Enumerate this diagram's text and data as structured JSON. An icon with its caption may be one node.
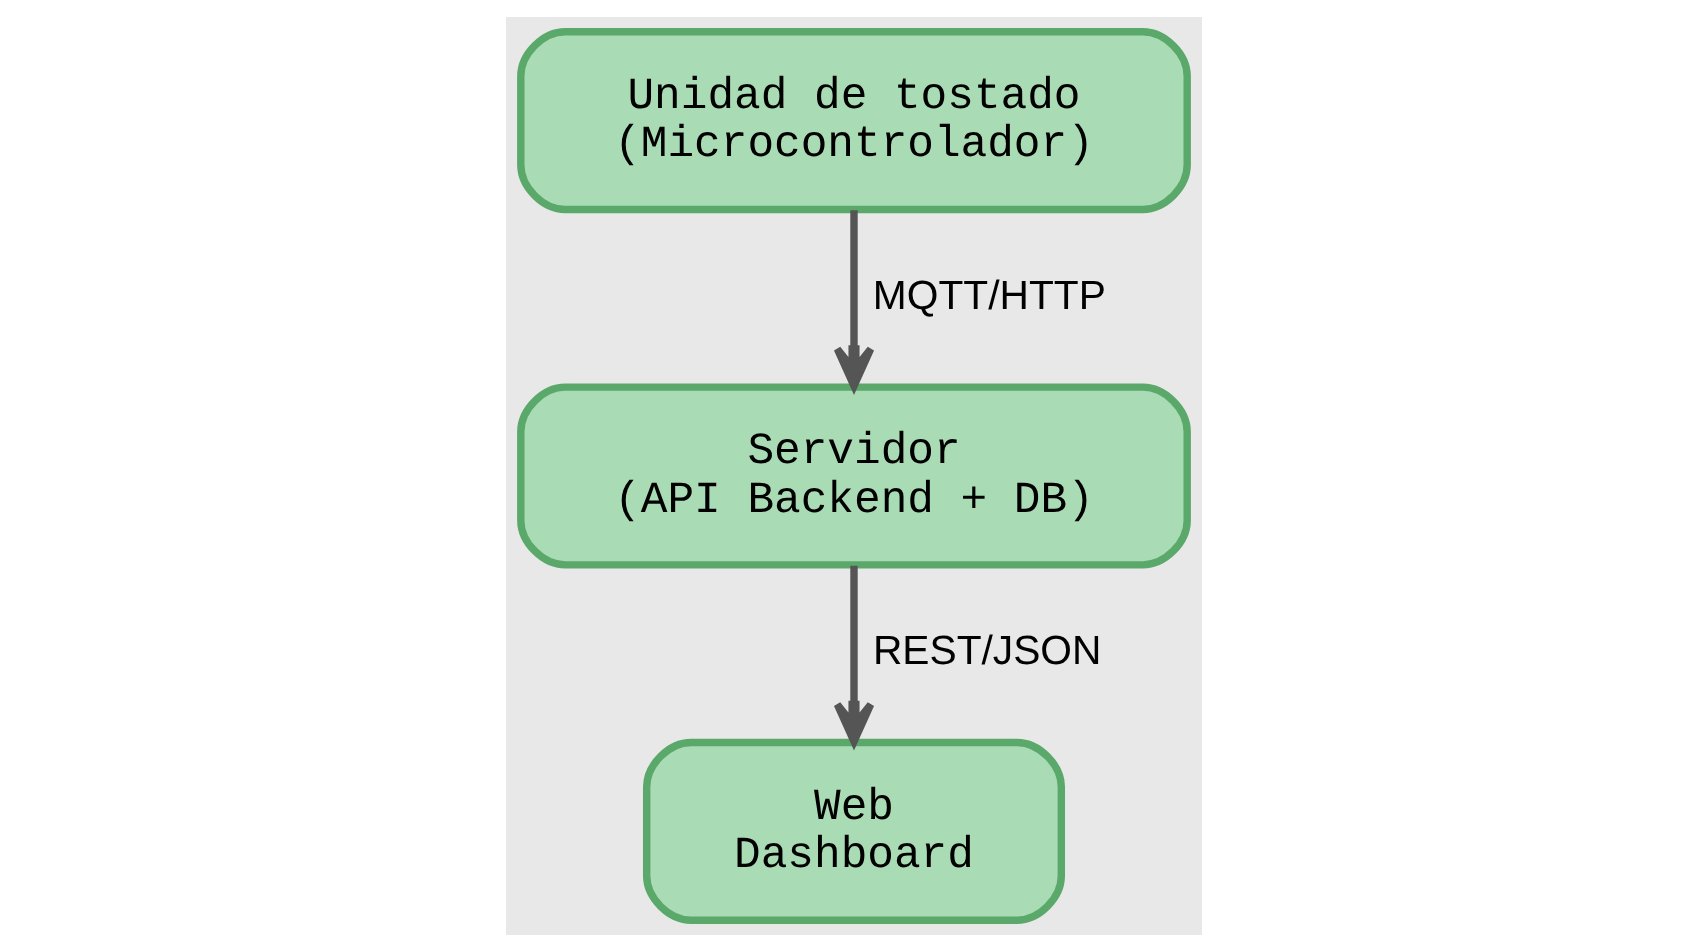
{
  "diagram": {
    "nodes": [
      {
        "text": [
          "Unidad de tostado (Microcontrolador)"
        ]
      },
      {
        "text": [
          "Servidor (API Backend + DB)"
        ]
      },
      {
        "text": [
          "Web Dashboard"
        ]
      }
    ],
    "edges": [
      {
        "from": 0,
        "to": 1,
        "arrow": "to",
        "label": "MQTT/HTTP"
      },
      {
        "from": 1,
        "to": 2,
        "arrow": "to",
        "label": "REST/JSON"
      }
    ]
  }
}
